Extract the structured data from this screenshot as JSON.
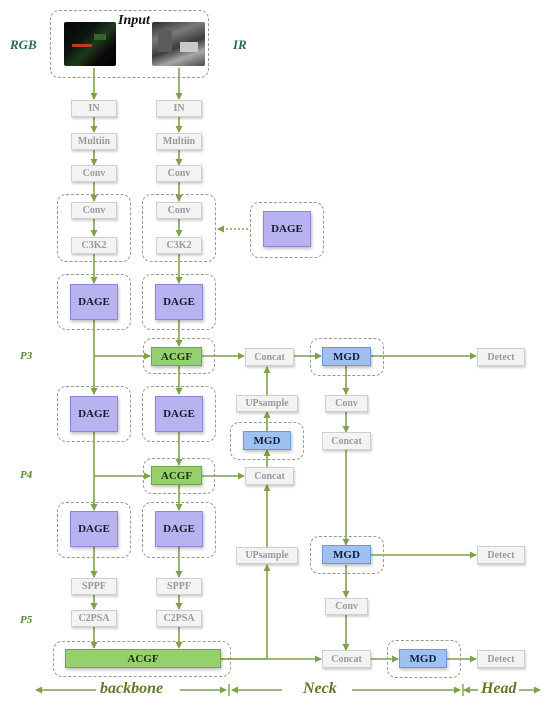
{
  "colors": {
    "wire": "#7ea24a",
    "gray_box": "#f3f3f3",
    "dage": "#b9b2f0",
    "acgf": "#96cf6e",
    "mgd": "#9fc1f2"
  },
  "input": {
    "title": "Input",
    "rgb_label": "RGB",
    "ir_label": "IR"
  },
  "levels": {
    "p3": "P3",
    "p4": "P4",
    "p5": "P5"
  },
  "rgb_branch": {
    "in": "IN",
    "multiin": "Multiin",
    "conv1": "Conv",
    "conv2": "Conv",
    "c3k2": "C3K2",
    "dage1": "DAGE",
    "dage2": "DAGE",
    "dage3": "DAGE",
    "sppf": "SPPF",
    "c2psa": "C2PSA"
  },
  "ir_branch": {
    "in": "IN",
    "multiin": "Multiin",
    "conv1": "Conv",
    "conv2": "Conv",
    "c3k2": "C3K2",
    "dage1": "DAGE",
    "dage2": "DAGE",
    "dage3": "DAGE",
    "sppf": "SPPF",
    "c2psa": "C2PSA"
  },
  "legend_dage": "DAGE",
  "fusion": {
    "acgf_p3": "ACGF",
    "acgf_p4": "ACGF",
    "acgf_p5": "ACGF"
  },
  "neck": {
    "concat_p3": "Concat",
    "upsample_1": "UPsample",
    "mgd_mid": "MGD",
    "concat_p4": "Concat",
    "upsample_2": "UPsample",
    "concat_p5": "Concat"
  },
  "head": {
    "mgd_p3": "MGD",
    "conv_a": "Conv",
    "concat_a": "Concat",
    "mgd_p4": "MGD",
    "conv_b": "Conv",
    "mgd_p5": "MGD",
    "detect_p3": "Detect",
    "detect_p4": "Detect",
    "detect_p5": "Detect"
  },
  "sections": {
    "backbone": "backbone",
    "neck": "Neck",
    "head": "Head"
  }
}
